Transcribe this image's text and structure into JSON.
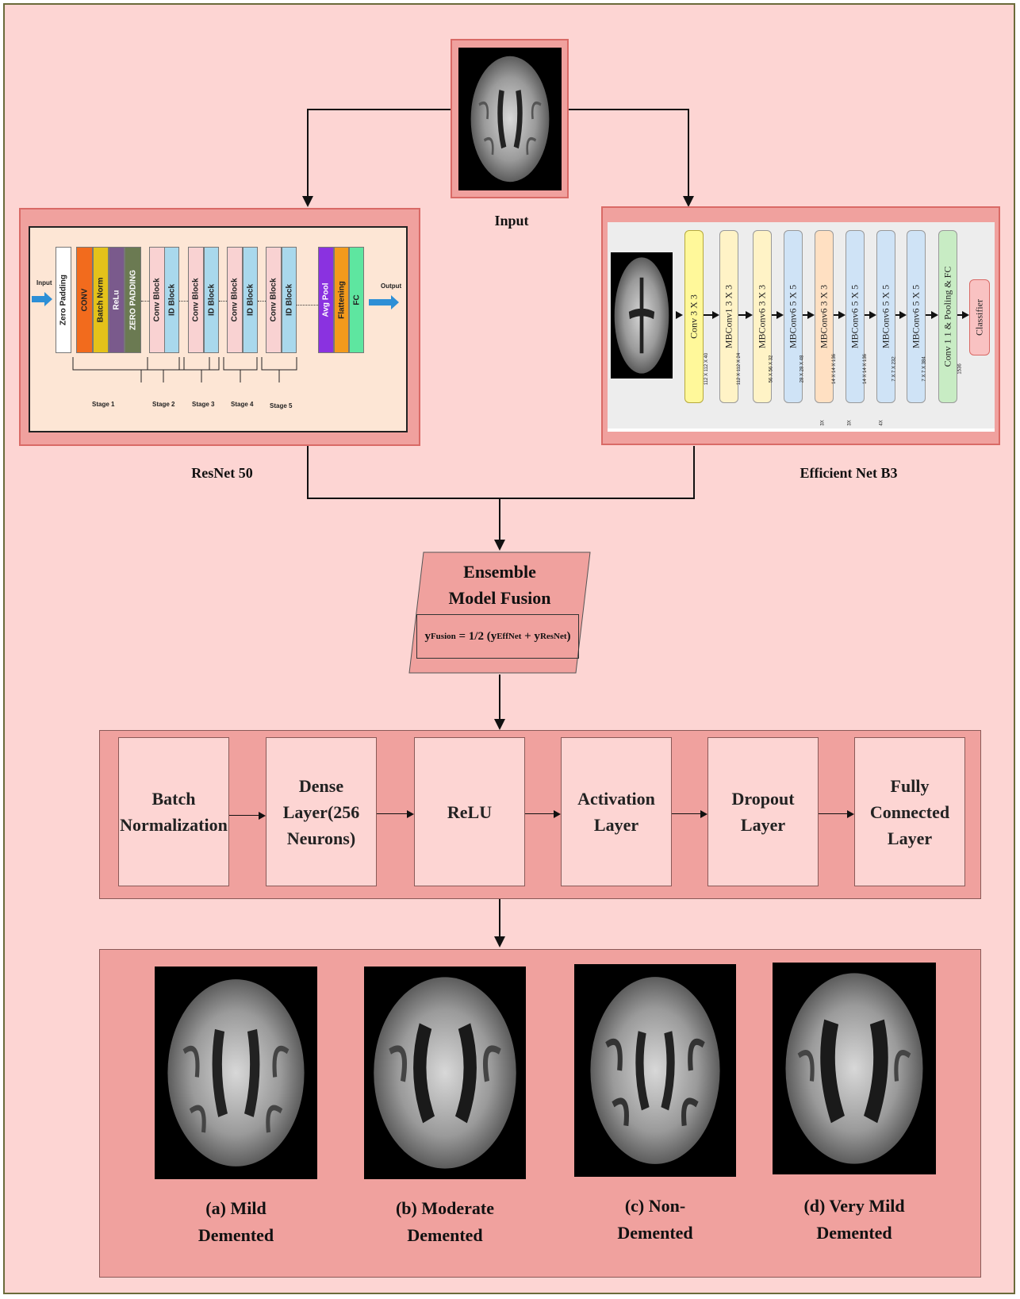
{
  "input_label": "Input",
  "resnet": {
    "caption": "ResNet 50",
    "input_arrow_label": "Input",
    "output_arrow_label": "Output",
    "layers": [
      "Zero Padding",
      "CONV",
      "Batch Norm",
      "ReLu",
      "ZERO PADDING",
      "Conv Block",
      "ID Block",
      "Conv Block",
      "ID Block",
      "Conv Block",
      "ID Block",
      "Conv Block",
      "ID Block",
      "Avg Pool",
      "Flattening",
      "FC"
    ],
    "stages": [
      "Stage 1",
      "Stage 2",
      "Stage 3",
      "Stage 4",
      "Stage 5"
    ],
    "colors": {
      "conv": "#f26b1d",
      "batchnorm": "#e4c21a",
      "relu": "#7a5a8c",
      "zeropad": "#6b7a52",
      "convblock": "#f9d2d2",
      "idblock": "#a9d8ec",
      "avgpool": "#8a32e0",
      "flattening": "#f39a1c",
      "fc": "#5ee6a0"
    }
  },
  "efficientnet": {
    "caption": "Efficient Net B3",
    "blocks": [
      "Conv 3 X 3",
      "MBConv1 3 X 3",
      "MBConv6 3 X 3",
      "MBConv6 5 X 5",
      "MBConv6 3 X 3",
      "MBConv6 5 X 5",
      "MBConv6 5 X 5",
      "MBConv6 5 X 5",
      "Conv 1 1 & Pooling & FC",
      "Classifier"
    ],
    "dims": [
      "112 X 112 X 40",
      "112 X 112 X 24",
      "56 X 56 X 32",
      "28 X 28 X 48",
      "14 X 14 X 136",
      "14 X 14 X 136",
      "7 X 7 X 232",
      "7 X 7 X 384",
      "1536"
    ],
    "repeats": [
      "3X",
      "3X",
      "4X"
    ]
  },
  "fusion": {
    "title_line1": "Ensemble",
    "title_line2": "Model Fusion",
    "formula_y": "y",
    "formula_sub_fusion": "Fusion",
    "formula_mid": " = 1/2 (y",
    "formula_sub_eff": "EffNet",
    "formula_plus": " + y",
    "formula_sub_res": "ResNet",
    "formula_close": ")"
  },
  "pipeline": [
    "Batch\nNormalization",
    "Dense\nLayer(256\nNeurons)",
    "ReLU",
    "Activation\nLayer",
    "Dropout\nLayer",
    "Fully\nConnected\nLayer"
  ],
  "outputs": [
    {
      "line1": "(a) Mild",
      "line2": "Demented"
    },
    {
      "line1": "(b) Moderate",
      "line2": "Demented"
    },
    {
      "line1": "(c) Non-",
      "line2": "Demented"
    },
    {
      "line1": "(d) Very Mild",
      "line2": "Demented"
    }
  ]
}
